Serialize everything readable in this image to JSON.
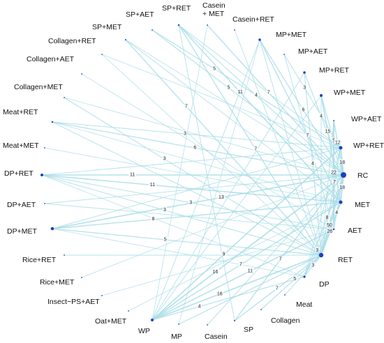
{
  "diagram": {
    "colors": {
      "edge": "#a9dde8",
      "node": "#1f3fbf",
      "label": "#111111"
    },
    "nodes": [
      {
        "id": "RC",
        "label": "RC",
        "size": 4
      },
      {
        "id": "MET",
        "label": "MET",
        "size": 2.5
      },
      {
        "id": "AET",
        "label": "AET",
        "size": 1.2
      },
      {
        "id": "RET",
        "label": "RET",
        "size": 3.2
      },
      {
        "id": "DP",
        "label": "DP",
        "size": 1.6
      },
      {
        "id": "Meat",
        "label": "Meat",
        "size": 0.6
      },
      {
        "id": "Collagen",
        "label": "Collagen",
        "size": 0.6
      },
      {
        "id": "SP",
        "label": "SP",
        "size": 1.0
      },
      {
        "id": "Casein",
        "label": "Casein",
        "size": 0.6
      },
      {
        "id": "MP",
        "label": "MP",
        "size": 0.9
      },
      {
        "id": "WP",
        "label": "WP",
        "size": 2.0
      },
      {
        "id": "Oat+MET",
        "label": "Oat+MET",
        "size": 0.6
      },
      {
        "id": "Insect-PS+AET",
        "label": "Insect−PS+AET",
        "size": 0.6
      },
      {
        "id": "Rice+MET",
        "label": "Rice+MET",
        "size": 0.6
      },
      {
        "id": "Rice+RET",
        "label": "Rice+RET",
        "size": 0.8
      },
      {
        "id": "DP+MET",
        "label": "DP+MET",
        "size": 2.3
      },
      {
        "id": "DP+AET",
        "label": "DP+AET",
        "size": 0.8
      },
      {
        "id": "DP+RET",
        "label": "DP+RET",
        "size": 2.0
      },
      {
        "id": "Meat+MET",
        "label": "Meat+MET",
        "size": 0.6
      },
      {
        "id": "Meat+RET",
        "label": "Meat+RET",
        "size": 1.2
      },
      {
        "id": "Collagen+MET",
        "label": "Collagen+MET",
        "size": 0.6
      },
      {
        "id": "Collagen+AET",
        "label": "Collagen+AET",
        "size": 0.6
      },
      {
        "id": "Collagen+RET",
        "label": "Collagen+RET",
        "size": 0.6
      },
      {
        "id": "SP+MET",
        "label": "SP+MET",
        "size": 1.0
      },
      {
        "id": "SP+AET",
        "label": "SP+AET",
        "size": 0.6
      },
      {
        "id": "SP+RET",
        "label": "SP+RET",
        "size": 1.2
      },
      {
        "id": "Casein+MET",
        "label": "Casein\n+ MET",
        "size": 0.6
      },
      {
        "id": "Casein+RET",
        "label": "Casein+RET",
        "size": 0.6
      },
      {
        "id": "MP+MET",
        "label": "MP+MET",
        "size": 1.8
      },
      {
        "id": "MP+AET",
        "label": "MP+AET",
        "size": 0.6
      },
      {
        "id": "MP+RET",
        "label": "MP+RET",
        "size": 1.8
      },
      {
        "id": "WP+MET",
        "label": "WP+MET",
        "size": 2.0
      },
      {
        "id": "WP+AET",
        "label": "WP+AET",
        "size": 0.6
      },
      {
        "id": "WP+RET",
        "label": "WP+RET",
        "size": 2.5
      }
    ],
    "edges": [
      {
        "s": "DP+RET",
        "t": "RC",
        "w": 11,
        "label": "11"
      },
      {
        "s": "DP+RET",
        "t": "MET",
        "w": 11,
        "label": "11"
      },
      {
        "s": "DP+RET",
        "t": "RET",
        "w": 3,
        "label": "3"
      },
      {
        "s": "DP+RET",
        "t": "AET",
        "w": 3,
        "label": "3"
      },
      {
        "s": "DP+MET",
        "t": "RC",
        "w": 13,
        "label": "13"
      },
      {
        "s": "DP+MET",
        "t": "MET",
        "w": 8,
        "label": "8"
      },
      {
        "s": "DP+MET",
        "t": "RET",
        "w": 5,
        "label": "5"
      },
      {
        "s": "Meat+RET",
        "t": "RC",
        "w": 6,
        "label": "6"
      },
      {
        "s": "Meat+RET",
        "t": "RET",
        "w": 2,
        "label": ""
      },
      {
        "s": "SP+AET",
        "t": "WP+RET",
        "w": 5,
        "label": "5"
      },
      {
        "s": "SP+AET",
        "t": "RC",
        "w": 5,
        "label": "5"
      },
      {
        "s": "SP+RET",
        "t": "RC",
        "w": 4,
        "label": "4"
      },
      {
        "s": "SP+RET",
        "t": "RET",
        "w": 7,
        "label": "7"
      },
      {
        "s": "SP+MET",
        "t": "RET",
        "w": 7,
        "label": "7"
      },
      {
        "s": "SP+RET",
        "t": "MET",
        "w": 11,
        "label": "11"
      },
      {
        "s": "Casein+MET",
        "t": "RC",
        "w": 7,
        "label": "7"
      },
      {
        "s": "MP+MET",
        "t": "RC",
        "w": 6,
        "label": "6"
      },
      {
        "s": "MP+MET",
        "t": "MET",
        "w": 7,
        "label": "7"
      },
      {
        "s": "MP+AET",
        "t": "WP+RET",
        "w": 3,
        "label": "3"
      },
      {
        "s": "MP+RET",
        "t": "RC",
        "w": 4,
        "label": "4"
      },
      {
        "s": "MP+RET",
        "t": "RET",
        "w": 4,
        "label": "4"
      },
      {
        "s": "WP+MET",
        "t": "RC",
        "w": 5,
        "label": "5"
      },
      {
        "s": "WP+MET",
        "t": "MET",
        "w": 15,
        "label": "15"
      },
      {
        "s": "WP+AET",
        "t": "RC",
        "w": 12,
        "label": "12"
      },
      {
        "s": "WP+AET",
        "t": "AET",
        "w": 22,
        "label": "22"
      },
      {
        "s": "WP+RET",
        "t": "RC",
        "w": 18,
        "label": "18"
      },
      {
        "s": "WP+RET",
        "t": "RET",
        "w": 7,
        "label": "7"
      },
      {
        "s": "Collagen+MET",
        "t": "RET",
        "w": 3,
        "label": "3"
      },
      {
        "s": "Meat+RET",
        "t": "WP+RET",
        "w": 3,
        "label": "3"
      },
      {
        "s": "MET",
        "t": "RC",
        "w": 18,
        "label": "18"
      },
      {
        "s": "AET",
        "t": "RC",
        "w": 4,
        "label": "4"
      },
      {
        "s": "RET",
        "t": "RC",
        "w": 50,
        "label": "50"
      },
      {
        "s": "RET",
        "t": "MET",
        "w": 26,
        "label": "26"
      },
      {
        "s": "DP",
        "t": "RET",
        "w": 3,
        "label": "3"
      },
      {
        "s": "DP",
        "t": "RC",
        "w": 8,
        "label": "8"
      },
      {
        "s": "DP",
        "t": "MET",
        "w": 3,
        "label": "3"
      },
      {
        "s": "SP",
        "t": "RC",
        "w": 7,
        "label": "7"
      },
      {
        "s": "SP",
        "t": "RET",
        "w": 7,
        "label": "7"
      },
      {
        "s": "Collagen",
        "t": "RET",
        "w": 5,
        "label": "5"
      },
      {
        "s": "WP",
        "t": "RC",
        "w": 16,
        "label": "16"
      },
      {
        "s": "WP",
        "t": "RET",
        "w": 16,
        "label": "16"
      },
      {
        "s": "WP",
        "t": "MET",
        "w": 7,
        "label": "7"
      },
      {
        "s": "WP",
        "t": "AET",
        "w": 11,
        "label": "11"
      },
      {
        "s": "WP",
        "t": "DP",
        "w": 4,
        "label": "4"
      },
      {
        "s": "WP",
        "t": "WP+RET",
        "w": 9,
        "label": "9"
      },
      {
        "s": "MP",
        "t": "RET",
        "w": 5,
        "label": ""
      },
      {
        "s": "Casein",
        "t": "RC",
        "w": 2,
        "label": ""
      },
      {
        "s": "Meat",
        "t": "RET",
        "w": 2,
        "label": ""
      },
      {
        "s": "Rice+RET",
        "t": "RET",
        "w": 2,
        "label": ""
      },
      {
        "s": "Rice+MET",
        "t": "RC",
        "w": 1,
        "label": ""
      },
      {
        "s": "Insect-PS+AET",
        "t": "AET",
        "w": 1,
        "label": ""
      },
      {
        "s": "Oat+MET",
        "t": "MET",
        "w": 1,
        "label": ""
      },
      {
        "s": "DP+AET",
        "t": "AET",
        "w": 2,
        "label": ""
      },
      {
        "s": "DP+AET",
        "t": "RC",
        "w": 2,
        "label": ""
      },
      {
        "s": "Meat+MET",
        "t": "MET",
        "w": 1,
        "label": ""
      },
      {
        "s": "Collagen+AET",
        "t": "AET",
        "w": 1,
        "label": ""
      },
      {
        "s": "Collagen+RET",
        "t": "RET",
        "w": 1,
        "label": ""
      },
      {
        "s": "Casein+RET",
        "t": "RET",
        "w": 2,
        "label": ""
      },
      {
        "s": "SP+MET",
        "t": "MET",
        "w": 2,
        "label": ""
      },
      {
        "s": "SP+RET",
        "t": "WP+RET",
        "w": 2,
        "label": ""
      },
      {
        "s": "MP+AET",
        "t": "AET",
        "w": 2,
        "label": ""
      },
      {
        "s": "MP+MET",
        "t": "RET",
        "w": 2,
        "label": ""
      },
      {
        "s": "WP+AET",
        "t": "RET",
        "w": 2,
        "label": ""
      },
      {
        "s": "WP+MET",
        "t": "RET",
        "w": 2,
        "label": ""
      },
      {
        "s": "WP+MET",
        "t": "WP",
        "w": 2,
        "label": ""
      },
      {
        "s": "DP+RET",
        "t": "WP+RET",
        "w": 2,
        "label": ""
      },
      {
        "s": "DP+MET",
        "t": "WP+RET",
        "w": 2,
        "label": ""
      },
      {
        "s": "Meat+RET",
        "t": "MET",
        "w": 1,
        "label": ""
      },
      {
        "s": "MP+RET",
        "t": "WP",
        "w": 2,
        "label": ""
      },
      {
        "s": "MP+MET",
        "t": "WP",
        "w": 2,
        "label": ""
      },
      {
        "s": "SP+RET",
        "t": "SP",
        "w": 2,
        "label": ""
      },
      {
        "s": "Casein+MET",
        "t": "WP",
        "w": 1,
        "label": ""
      },
      {
        "s": "WP+RET",
        "t": "WP",
        "w": 2,
        "label": ""
      },
      {
        "s": "WP+RET",
        "t": "DP",
        "w": 2,
        "label": ""
      },
      {
        "s": "MP+MET",
        "t": "MP",
        "w": 1,
        "label": ""
      },
      {
        "s": "Collagen+MET",
        "t": "RC",
        "w": 1,
        "label": ""
      },
      {
        "s": "SP+MET",
        "t": "RC",
        "w": 1,
        "label": ""
      },
      {
        "s": "DP+RET",
        "t": "DP",
        "w": 1,
        "label": ""
      },
      {
        "s": "DP+MET",
        "t": "DP",
        "w": 1,
        "label": ""
      },
      {
        "s": "Collagen+RET",
        "t": "WP+RET",
        "w": 1,
        "label": ""
      }
    ]
  }
}
